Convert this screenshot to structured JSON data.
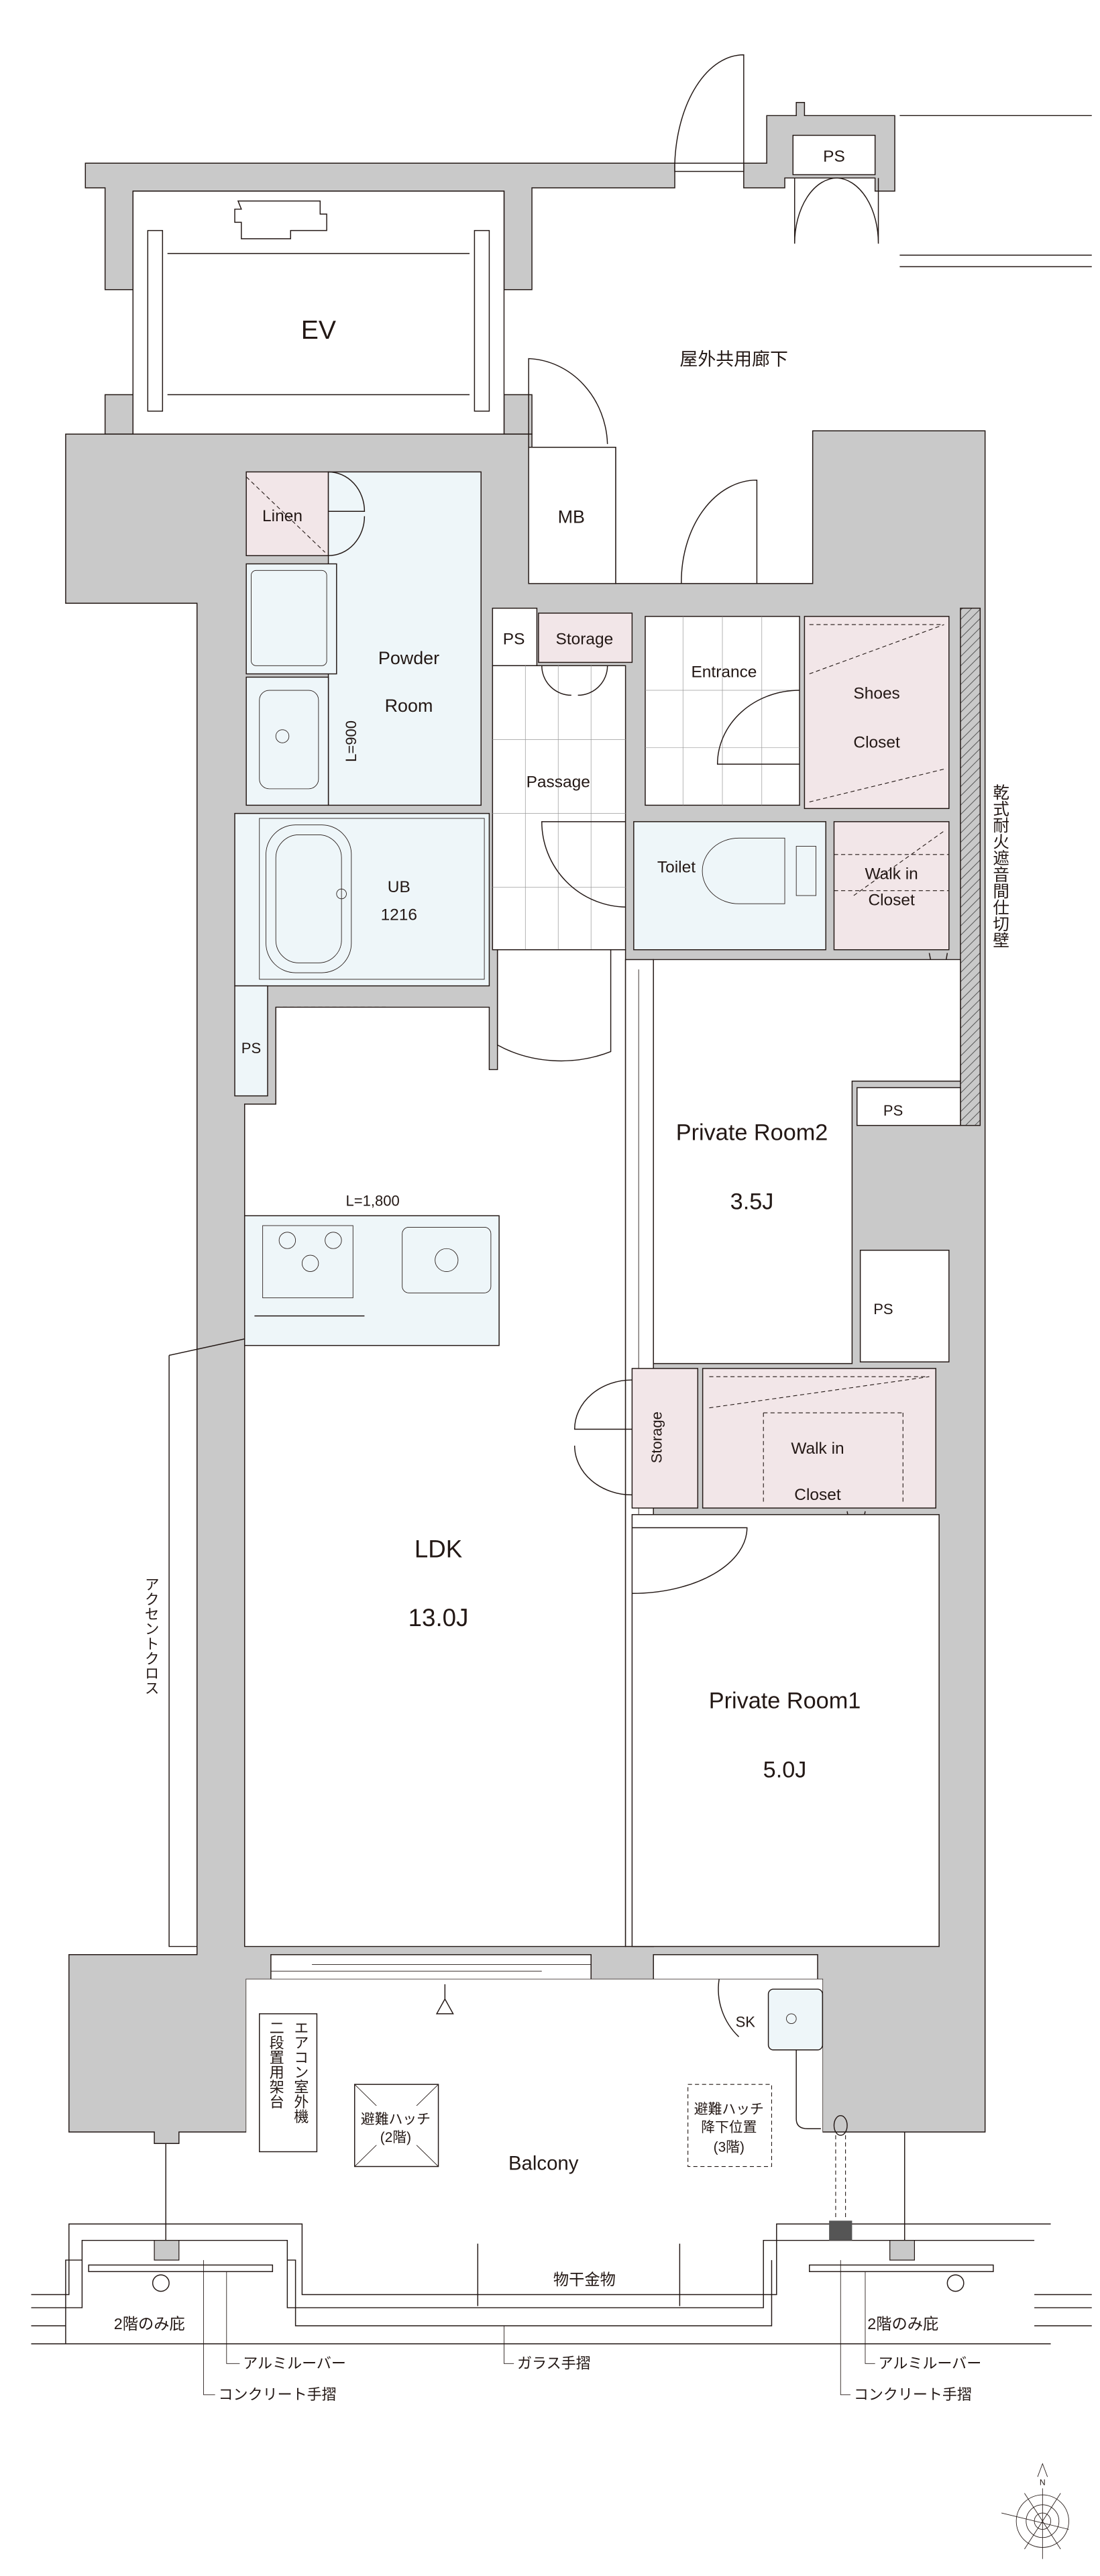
{
  "colors": {
    "wall": "#c9c9c9",
    "closet": "#f2e6e8",
    "wet_area": "#eef6f9",
    "line": "#231815"
  },
  "common": {
    "corridor": "屋外共用廊下",
    "ev": "EV",
    "ps_top": "PS",
    "mb": "MB"
  },
  "rooms": {
    "linen": "Linen",
    "powder_1": "Powder",
    "powder_2": "Room",
    "basin_length": "L=900",
    "ub_1": "UB",
    "ub_2": "1216",
    "ps_ub": "PS",
    "ps_entry": "PS",
    "storage_entry": "Storage",
    "entrance": "Entrance",
    "shoes_1": "Shoes",
    "shoes_2": "Closet",
    "passage": "Passage",
    "toilet": "Toilet",
    "wic1_1": "Walk in",
    "wic1_2": "Closet",
    "partition_wall": "乾式耐火遮音間仕切壁",
    "room2_name": "Private Room2",
    "room2_size": "3.5J",
    "ps_r2a": "PS",
    "ps_r2b": "PS",
    "kitchen_length": "L=1,800",
    "storage_r1": "Storage",
    "wic2_1": "Walk in",
    "wic2_2": "Closet",
    "ldk_name": "LDK",
    "ldk_size": "13.0J",
    "room1_name": "Private Room1",
    "room1_size": "5.0J",
    "accent_cloth": "アクセントクロス"
  },
  "balcony": {
    "name": "Balcony",
    "sk": "SK",
    "aircon_1": "エアコン室外機",
    "aircon_2": "二段置用架台",
    "hatch2_1": "避難ハッチ",
    "hatch2_2": "(2階)",
    "hatch3_1": "避難ハッチ",
    "hatch3_2": "降下位置",
    "hatch3_3": "(3階)",
    "drying": "物干金物",
    "eave_left": "2階のみ庇",
    "eave_right": "2階のみ庇",
    "louver_left": "アルミルーバー",
    "louver_right": "アルミルーバー",
    "concrete_left": "コンクリート手摺",
    "concrete_right": "コンクリート手摺",
    "glass": "ガラス手摺"
  },
  "compass": {
    "north": "N"
  }
}
